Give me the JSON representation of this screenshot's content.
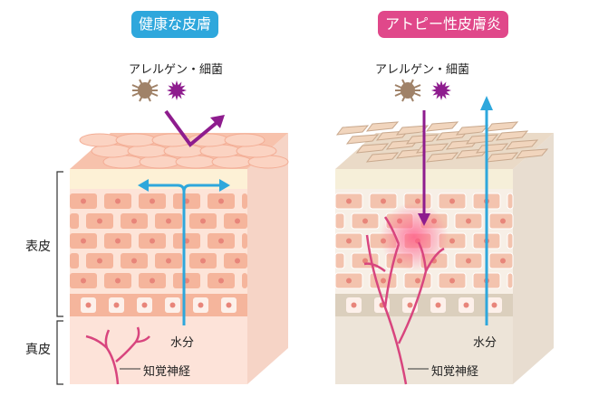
{
  "healthy": {
    "title": "健康な皮膚",
    "allergen_label": "アレルゲン・細菌",
    "water_label": "水分",
    "nerve_label": "知覚神経"
  },
  "atopic": {
    "title": "アトピー性皮膚炎",
    "allergen_label": "アレルゲン・細菌",
    "water_label": "水分",
    "nerve_label": "知覚神経"
  },
  "layers": {
    "epidermis": "表皮",
    "dermis": "真皮"
  },
  "colors": {
    "healthy": "#2ea7dc",
    "atopic": "#e0488a",
    "arrow_allergen": "#8e1c8e",
    "arrow_water": "#2ea7dc",
    "nerve": "#d8457e"
  }
}
